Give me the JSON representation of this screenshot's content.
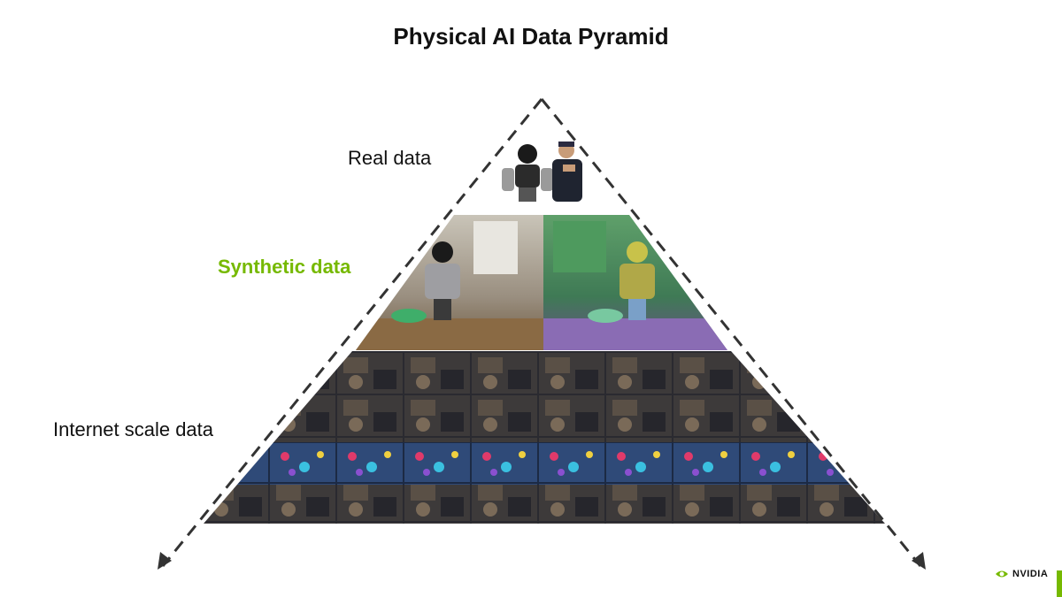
{
  "slide": {
    "title": "Physical AI Data Pyramid"
  },
  "tiers": [
    {
      "id": "real",
      "label": "Real data",
      "color": "#111111"
    },
    {
      "id": "synthetic",
      "label": "Synthetic data",
      "color": "#76b900"
    },
    {
      "id": "internet",
      "label": "Internet scale data",
      "color": "#111111"
    }
  ],
  "brand": {
    "logo_text": "NVIDIA",
    "accent_color": "#76b900"
  }
}
